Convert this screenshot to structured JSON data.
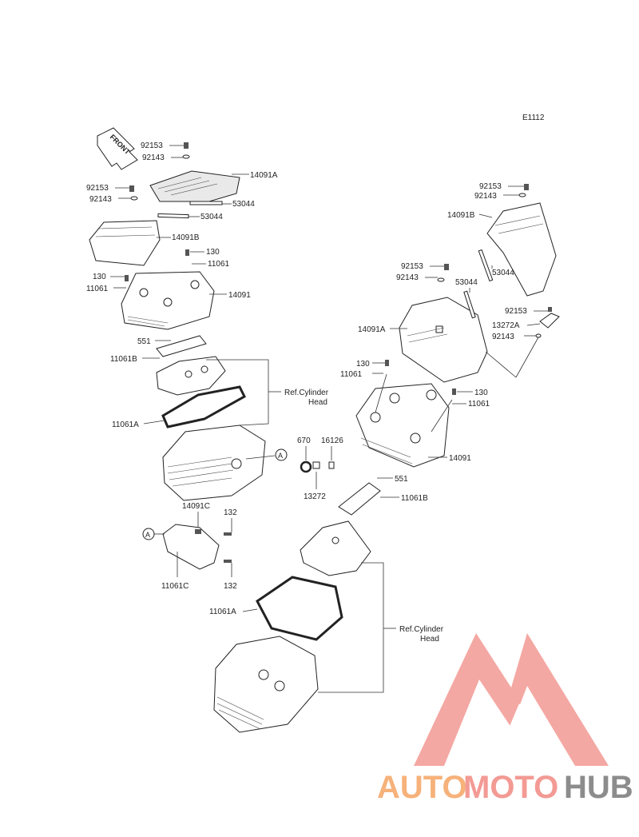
{
  "figure_code": "E1112",
  "front_marker": "FRONT",
  "refs": {
    "cylinder_head_upper": [
      "Ref.Cylinder",
      "Head"
    ],
    "cylinder_head_lower": [
      "Ref.Cylinder",
      "Head"
    ]
  },
  "callout": "A",
  "labels": {
    "l_92153_a": "92153",
    "l_92143_a": "92143",
    "l_14091A_a": "14091A",
    "l_92153_b": "92153",
    "l_92143_b": "92143",
    "l_53044_a": "53044",
    "l_14091B_a": "14091B",
    "l_130_a": "130",
    "l_11061_a": "11061",
    "l_130_b": "130",
    "l_11061_b": "11061",
    "l_14091_a": "14091",
    "l_551_a": "551",
    "l_11061B_a": "11061B",
    "l_11061A_a": "11061A",
    "l_670": "670",
    "l_16126": "16126",
    "l_13272": "13272",
    "l_14091C": "14091C",
    "l_132_a": "132",
    "l_132_b": "132",
    "l_11061C": "11061C",
    "l_92153_c": "92153",
    "l_92143_c": "92143",
    "l_14091B_b": "14091B",
    "l_53044_b": "53044",
    "l_92153_d": "92153",
    "l_92143_d": "92143",
    "l_53044_c": "53044",
    "l_14091A_b": "14091A",
    "l_92153_e": "92153",
    "l_13272A": "13272A",
    "l_92143_e": "92143",
    "l_130_c": "130",
    "l_11061_c": "11061",
    "l_130_d": "130",
    "l_11061_d": "11061",
    "l_14091_b": "14091",
    "l_551_b": "551",
    "l_11061B_b": "11061B",
    "l_11061A_b": "11061A"
  },
  "watermark": {
    "part1": "AUTO",
    "part2": "MOTO",
    "part3": "HUB",
    "color1": "#f6b27a",
    "color2": "#f39a94",
    "color3": "#8c8c8c",
    "logo_color": "#f39a94"
  }
}
